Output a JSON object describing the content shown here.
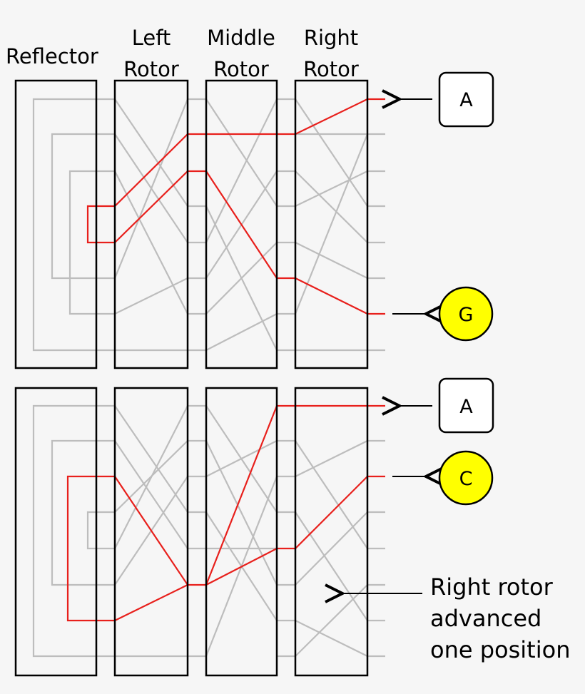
{
  "column_labels": {
    "reflector": "Reflector",
    "left_rotor": [
      "Left",
      "Rotor"
    ],
    "middle_rotor": [
      "Middle",
      "Rotor"
    ],
    "right_rotor": [
      "Right",
      "Rotor"
    ]
  },
  "top_panel": {
    "input_key": "A",
    "output_lamp": "G"
  },
  "bottom_panel": {
    "input_key": "A",
    "output_lamp": "C"
  },
  "annotation": [
    "Right rotor",
    "advanced",
    "one position"
  ],
  "colors": {
    "signal": "#e8201c",
    "wiring": "#bdbdbd",
    "lamp": "#ffff00",
    "background": "#f6f6f6"
  }
}
